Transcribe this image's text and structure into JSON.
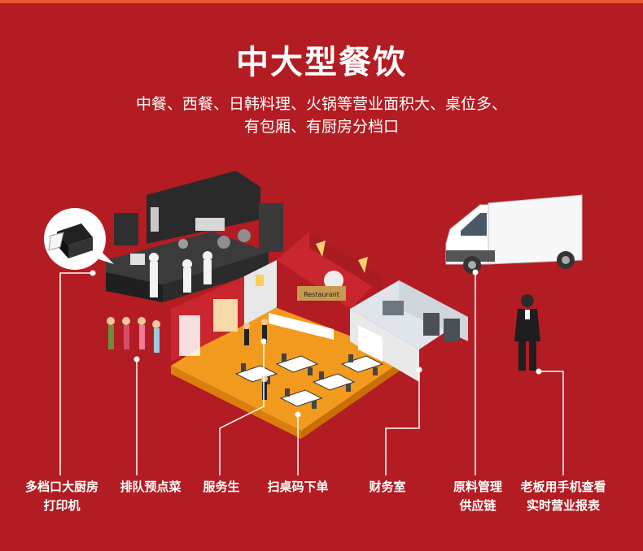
{
  "header": {
    "title": "中大型餐饮",
    "subtitle_line1": "中餐、西餐、日韩料理、火锅等营业面积大、桌位多、",
    "subtitle_line2": "有包厢、有厨房分档口"
  },
  "scene": {
    "restaurant_sign": "Restaurant"
  },
  "features": [
    {
      "line1": "多档口大厨房",
      "line2": "打印机"
    },
    {
      "line1": "排队预点菜",
      "line2": ""
    },
    {
      "line1": "服务生",
      "line2": ""
    },
    {
      "line1": "扫桌码下单",
      "line2": ""
    },
    {
      "line1": "财务室",
      "line2": ""
    },
    {
      "line1": "原料管理",
      "line2": "供应链"
    },
    {
      "line1": "老板用手机查看",
      "line2": "实时营业报表"
    }
  ],
  "colors": {
    "background": "#b31c22",
    "accent_bar": "#e8552d",
    "floor": "#f29a1e",
    "line": "#ffffff"
  }
}
